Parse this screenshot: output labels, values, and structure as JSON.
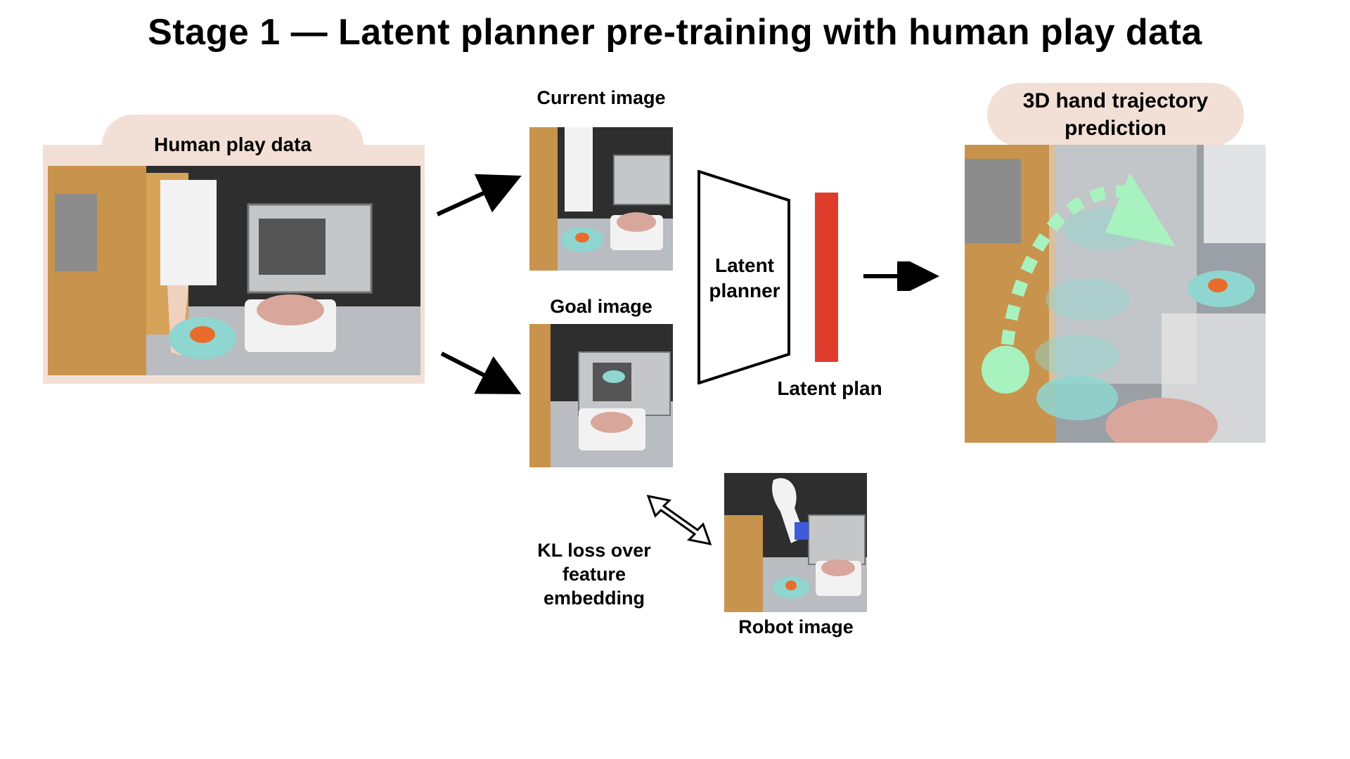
{
  "title": "Stage 1 — Latent planner pre-training with human play data",
  "labels": {
    "human_play_data": "Human play data",
    "current_image": "Current image",
    "goal_image": "Goal image",
    "latent_planner_line1": "Latent",
    "latent_planner_line2": "planner",
    "latent_plan": "Latent plan",
    "prediction_line1": "3D hand trajectory",
    "prediction_line2": "prediction",
    "kl_line1": "KL loss over",
    "kl_line2": "feature",
    "kl_line3": "embedding",
    "robot_image": "Robot image"
  },
  "colors": {
    "label_bg": "#f2e0d6",
    "latent_plan_bar": "#e03c2b",
    "trajectory": "#a8f2bf",
    "bowl": "#8fd6d0",
    "plate": "#d9a69b"
  }
}
